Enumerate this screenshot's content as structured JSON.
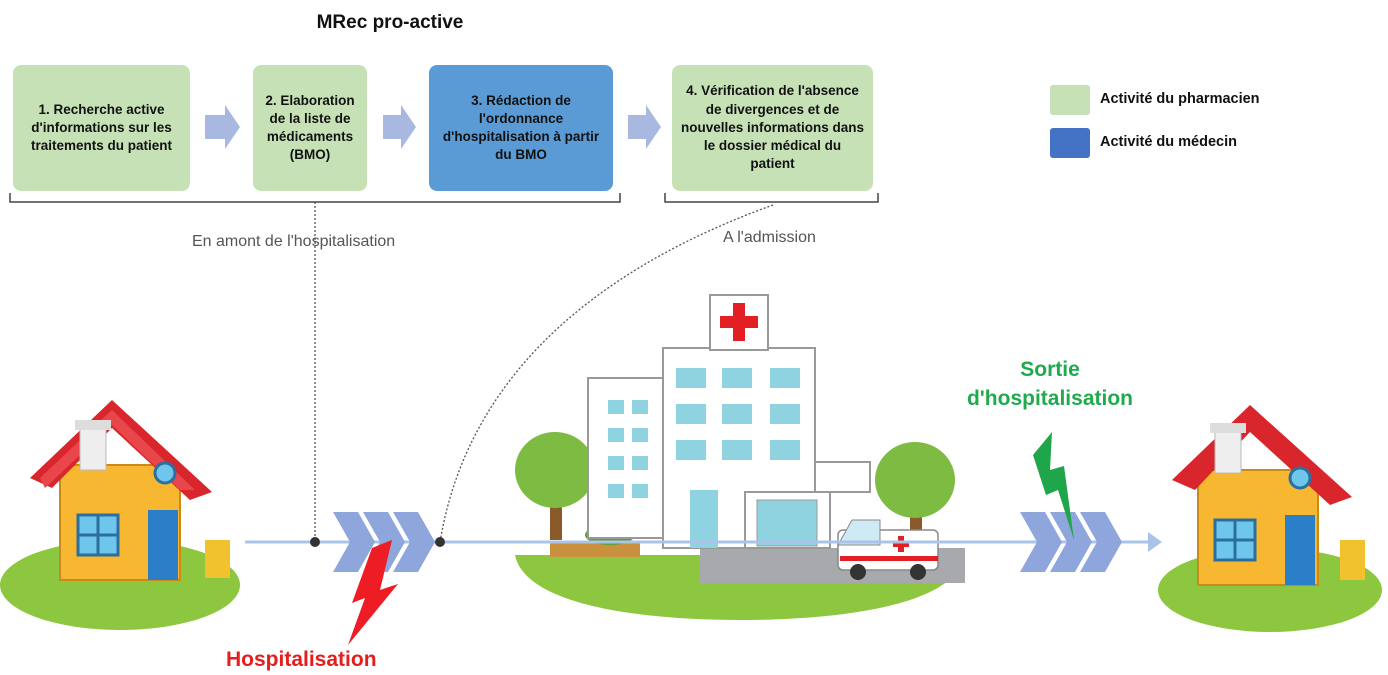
{
  "title": "MRec pro-active",
  "steps": [
    {
      "label": "1. Recherche active d'informations sur les traitements du patient",
      "actor": "pharmacien"
    },
    {
      "label": "2. Elaboration de la liste de médicaments (BMO)",
      "actor": "pharmacien"
    },
    {
      "label": "3. Rédaction de l'ordonnance d'hospitalisation à partir du BMO",
      "actor": "medecin"
    },
    {
      "label": "4. Vérification de l'absence de divergences et de nouvelles informations dans le dossier médical du patient",
      "actor": "pharmacien"
    }
  ],
  "legend": [
    {
      "label": "Activité du pharmacien",
      "color": "#c7e1b6"
    },
    {
      "label": "Activité du médecin",
      "color": "#4472c4"
    }
  ],
  "phases": {
    "before": "En amont de l'hospitalisation",
    "admission": "A l'admission"
  },
  "events": {
    "hospitalisation": "Hospitalisation",
    "sortie_line1": "Sortie",
    "sortie_line2": "d'hospitalisation"
  },
  "icons": [
    "house-left-icon",
    "hospital-icon",
    "ambulance-icon",
    "house-right-icon",
    "lightning-red-icon",
    "lightning-green-icon",
    "chevron-arrow-icon"
  ],
  "colors": {
    "pharmacien": "#c7e1b6",
    "medecin_box": "#5b9bd5",
    "legend_medecin": "#4472c4",
    "hospitalisation": "#e51d1d",
    "sortie": "#1faa4d"
  }
}
